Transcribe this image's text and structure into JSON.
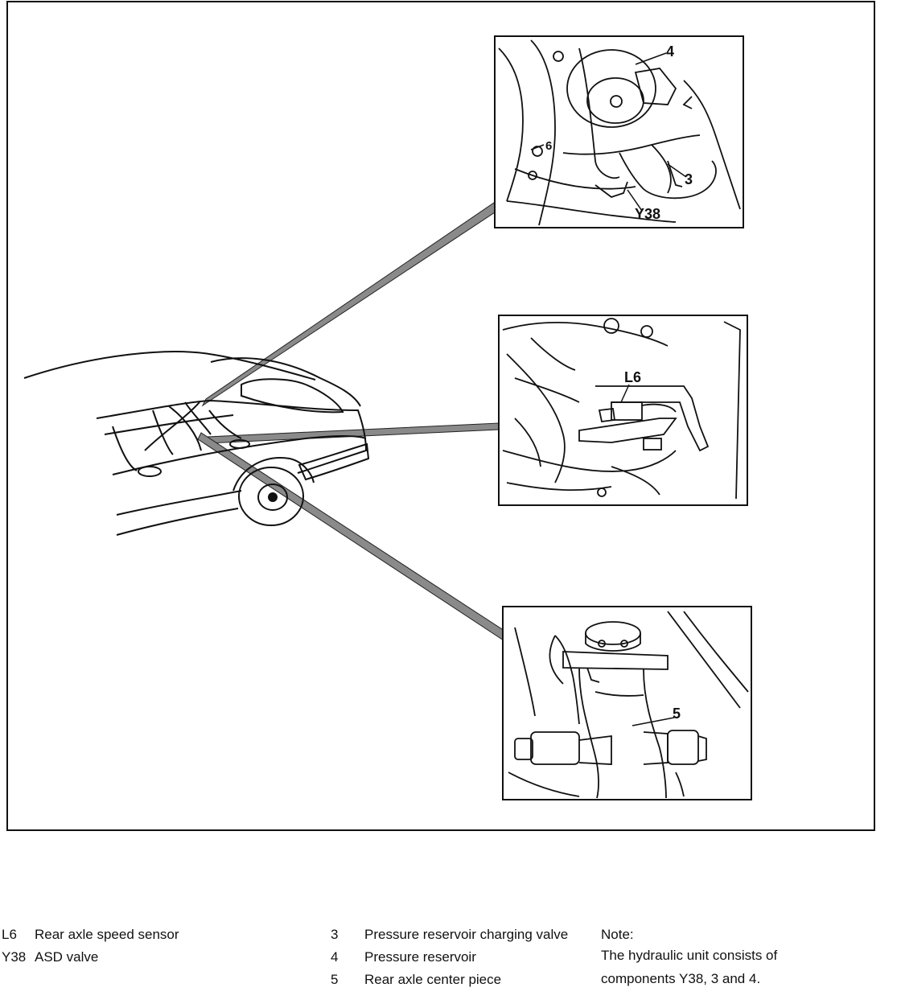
{
  "callouts": {
    "top": [
      "4",
      "6",
      "3",
      "Y38"
    ],
    "middle": [
      "L6"
    ],
    "bottom": [
      "5"
    ]
  },
  "legend": {
    "left": [
      {
        "code": "L6",
        "text": "Rear axle speed sensor"
      },
      {
        "code": "Y38",
        "text": "ASD valve"
      }
    ],
    "middle": [
      {
        "code": "3",
        "text": "Pressure reservoir charging valve"
      },
      {
        "code": "4",
        "text": "Pressure reservoir"
      },
      {
        "code": "5",
        "text": "Rear axle center piece"
      }
    ],
    "note": {
      "title": "Note:",
      "lines": [
        "The hydraulic unit consists of",
        "components Y38, 3 and 4."
      ]
    }
  }
}
